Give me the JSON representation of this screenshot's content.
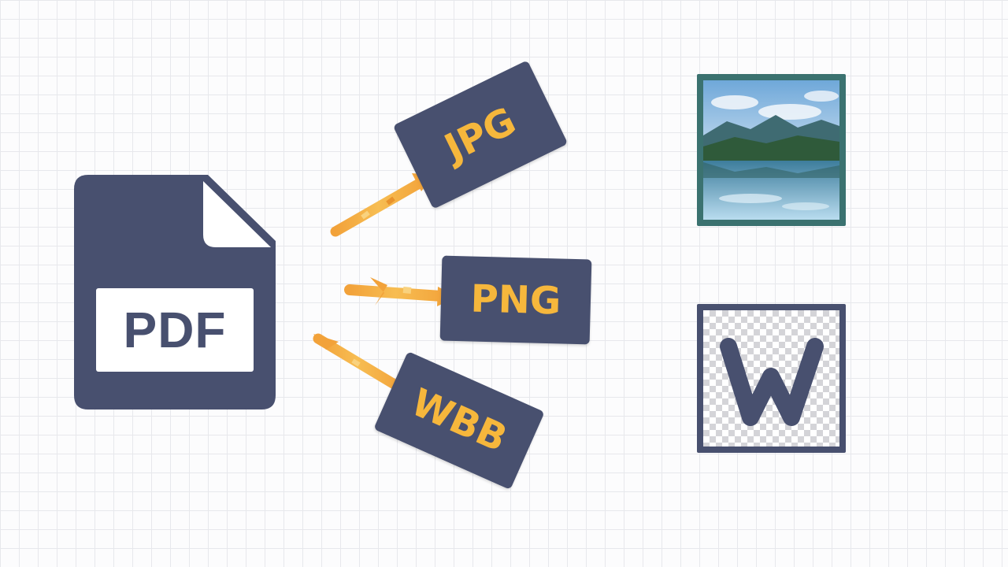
{
  "pdf": {
    "label": "PDF"
  },
  "formats": [
    {
      "label": "JPG"
    },
    {
      "label": "PNG"
    },
    {
      "label": "WBB"
    }
  ],
  "icons": {
    "pdf_file": "pdf-file-icon",
    "image": "landscape-image-icon",
    "transparent": "transparent-w-icon",
    "arrow": "arrow-icon"
  },
  "colors": {
    "background": "#fcfcfd",
    "grid": "#e7e8ec",
    "navy": "#48506f",
    "orange": "#f6b73c",
    "teal_frame": "#3b7270"
  }
}
